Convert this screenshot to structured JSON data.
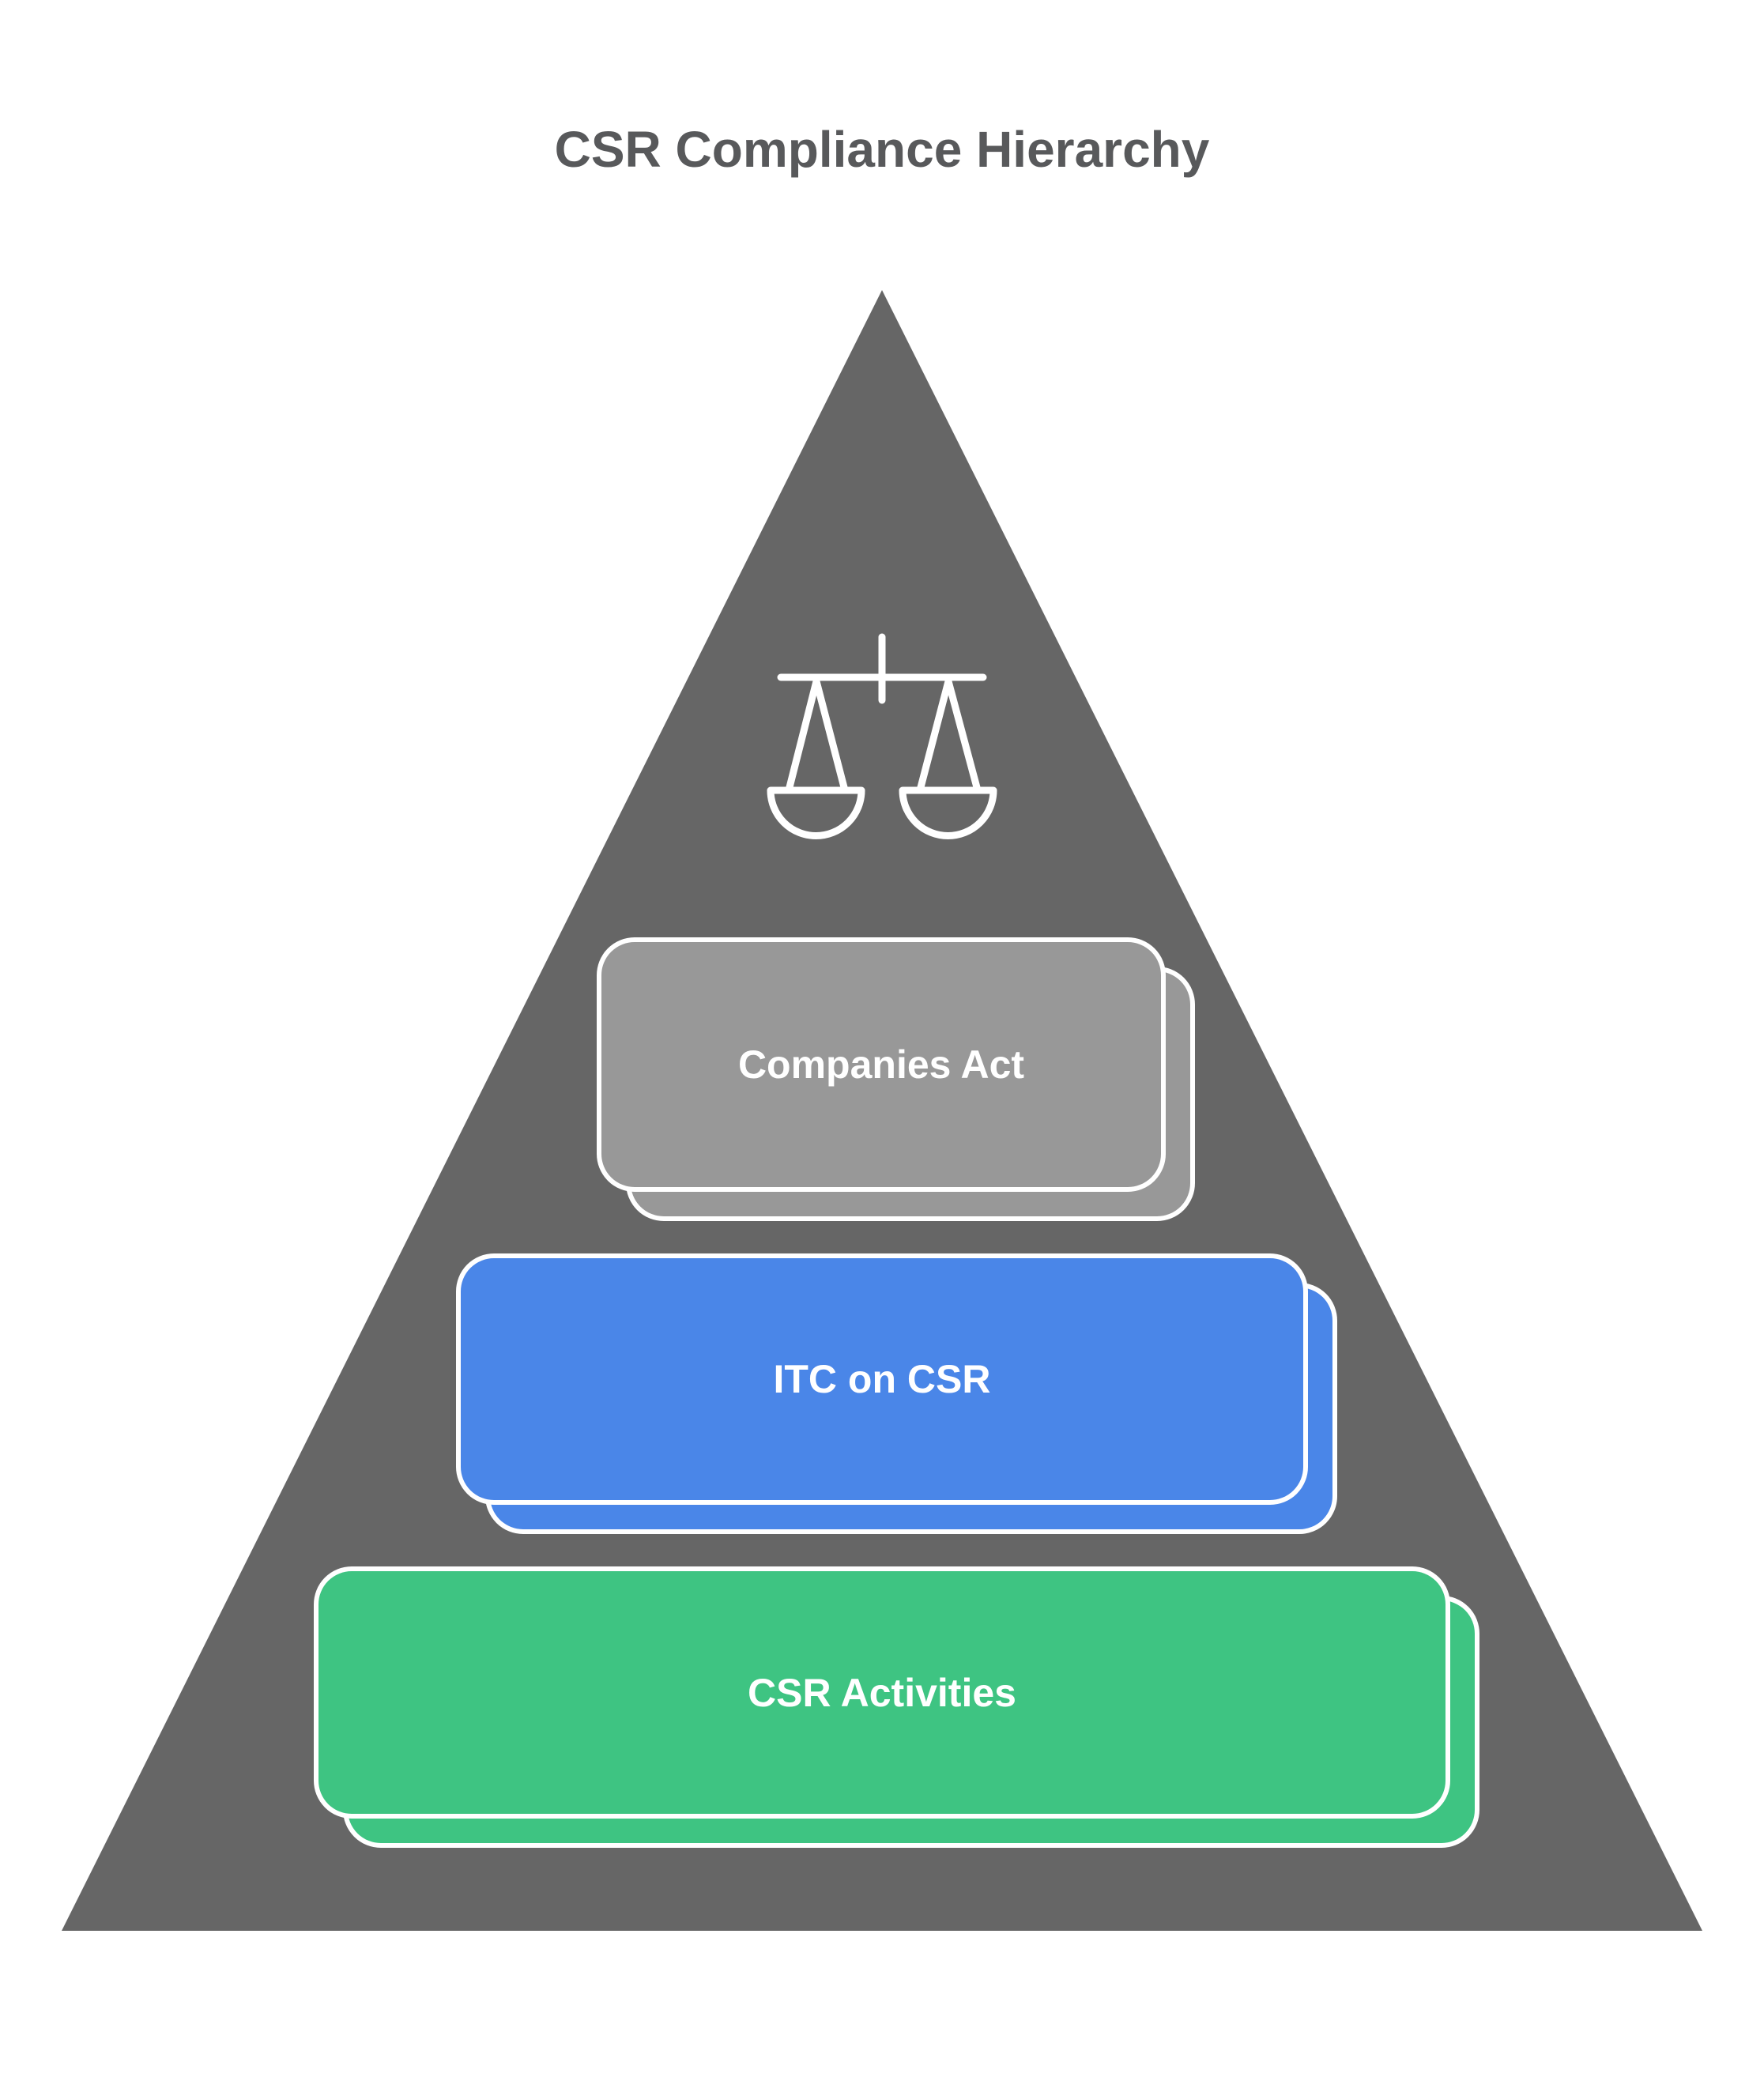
{
  "title": "CSR Compliance Hierarchy",
  "pyramid": {
    "icon": "scales-of-justice-icon",
    "triangle_color": "#666666",
    "card_border_color": "#ffffff",
    "label_color": "#ffffff",
    "levels": [
      {
        "label": "Companies Act",
        "color": "#989898"
      },
      {
        "label": "ITC on CSR",
        "color": "#4a86e8"
      },
      {
        "label": "CSR Activities",
        "color": "#3ec482"
      }
    ]
  },
  "colors": {
    "title_text": "#58595b",
    "background": "#ffffff"
  }
}
